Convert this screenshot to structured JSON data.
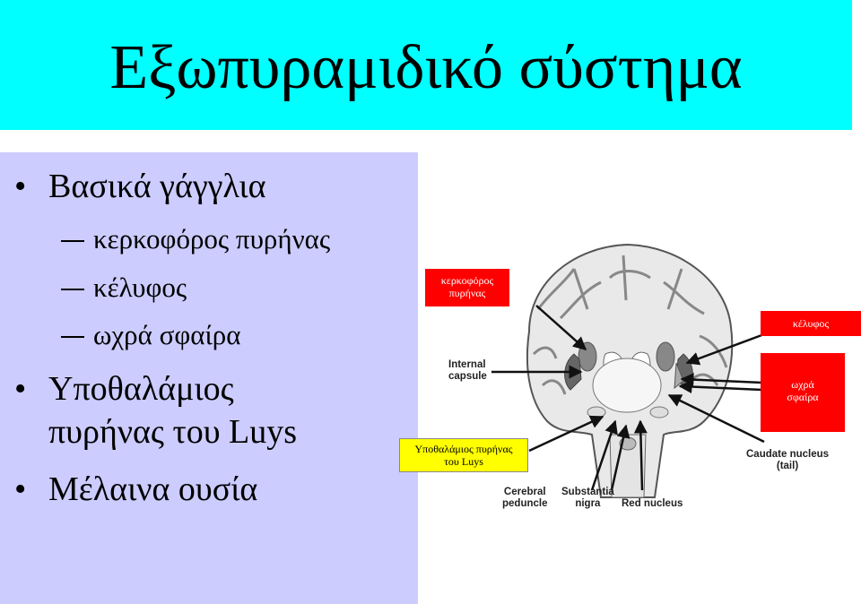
{
  "title": "Εξωπυραμιδικό σύστημα",
  "bullets": {
    "b1": "Βασικά γάγγλια",
    "sub1": "κερκοφόρος πυρήνας",
    "sub2": "κέλυφος",
    "sub3": "ωχρά σφαίρα",
    "b2_line1": "Υποθαλάμιος",
    "b2_line2": "πυρήνας του Luys",
    "b3": "Μέλαινα ουσία"
  },
  "labels": {
    "caudate_l1": "κερκοφόρος",
    "caudate_l2": "πυρήνας",
    "putamen": "κέλυφος",
    "globus_l1": "ωχρά",
    "globus_l2": "σφαίρα",
    "subthal_l1": "Υποθαλάμιος πυρήνας",
    "subthal_l2": "του Luys"
  },
  "english_labels": {
    "internal_l1": "Internal",
    "internal_l2": "capsule",
    "caudate_tail_l1": "Caudate nucleus",
    "caudate_tail_l2": "(tail)",
    "cerebral_l1": "Cerebral",
    "cerebral_l2": "peduncle",
    "substantia_l1": "Substantia",
    "substantia_l2": "nigra",
    "red_nucleus": "Red nucleus"
  },
  "colors": {
    "title_bg": "#00ffff",
    "panel_bg": "#ccccff",
    "label_red": "#ff0000",
    "label_yellow": "#ffff00"
  }
}
